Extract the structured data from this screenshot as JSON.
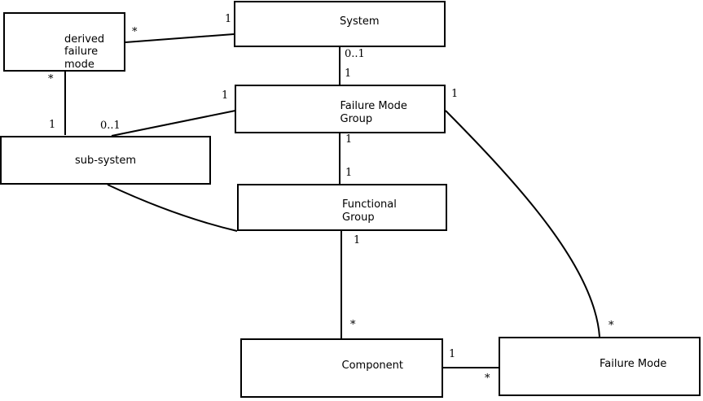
{
  "diagram_type": "uml-class-association-diagram",
  "colors": {
    "line": "#000000",
    "box_border": "#000000",
    "box_fill": "#ffffff",
    "background": "#ffffff",
    "text": "#000000"
  },
  "boxes": {
    "derived_failure_mode": {
      "lines": [
        "derived",
        "failure",
        "mode"
      ]
    },
    "system": {
      "lines": [
        "System"
      ]
    },
    "failure_mode_group": {
      "lines": [
        "Failure Mode",
        "Group"
      ]
    },
    "sub_system": {
      "lines": [
        "sub-system"
      ]
    },
    "functional_group": {
      "lines": [
        "Functional",
        "Group"
      ]
    },
    "component": {
      "lines": [
        "Component"
      ]
    },
    "failure_mode": {
      "lines": [
        "Failure Mode"
      ]
    }
  },
  "multiplicity": {
    "dfm_system": {
      "at_dfm": "*",
      "at_system": "1"
    },
    "dfm_subsystem": {
      "at_dfm": "*",
      "at_subsystem": "1"
    },
    "subsystem_fmg": {
      "at_subsystem": "0..1",
      "at_fmg": "1"
    },
    "system_fmg": {
      "at_system": "0..1",
      "at_fmg": "1"
    },
    "fmg_functional_group": {
      "at_fmg": "1",
      "at_fg": "1"
    },
    "functional_group_component": {
      "at_fg": "1",
      "at_component": "*"
    },
    "component_failure_mode": {
      "at_component": "1",
      "at_fm": "*"
    },
    "fmg_failure_mode": {
      "at_fmg": "1",
      "at_fm": "*"
    }
  }
}
